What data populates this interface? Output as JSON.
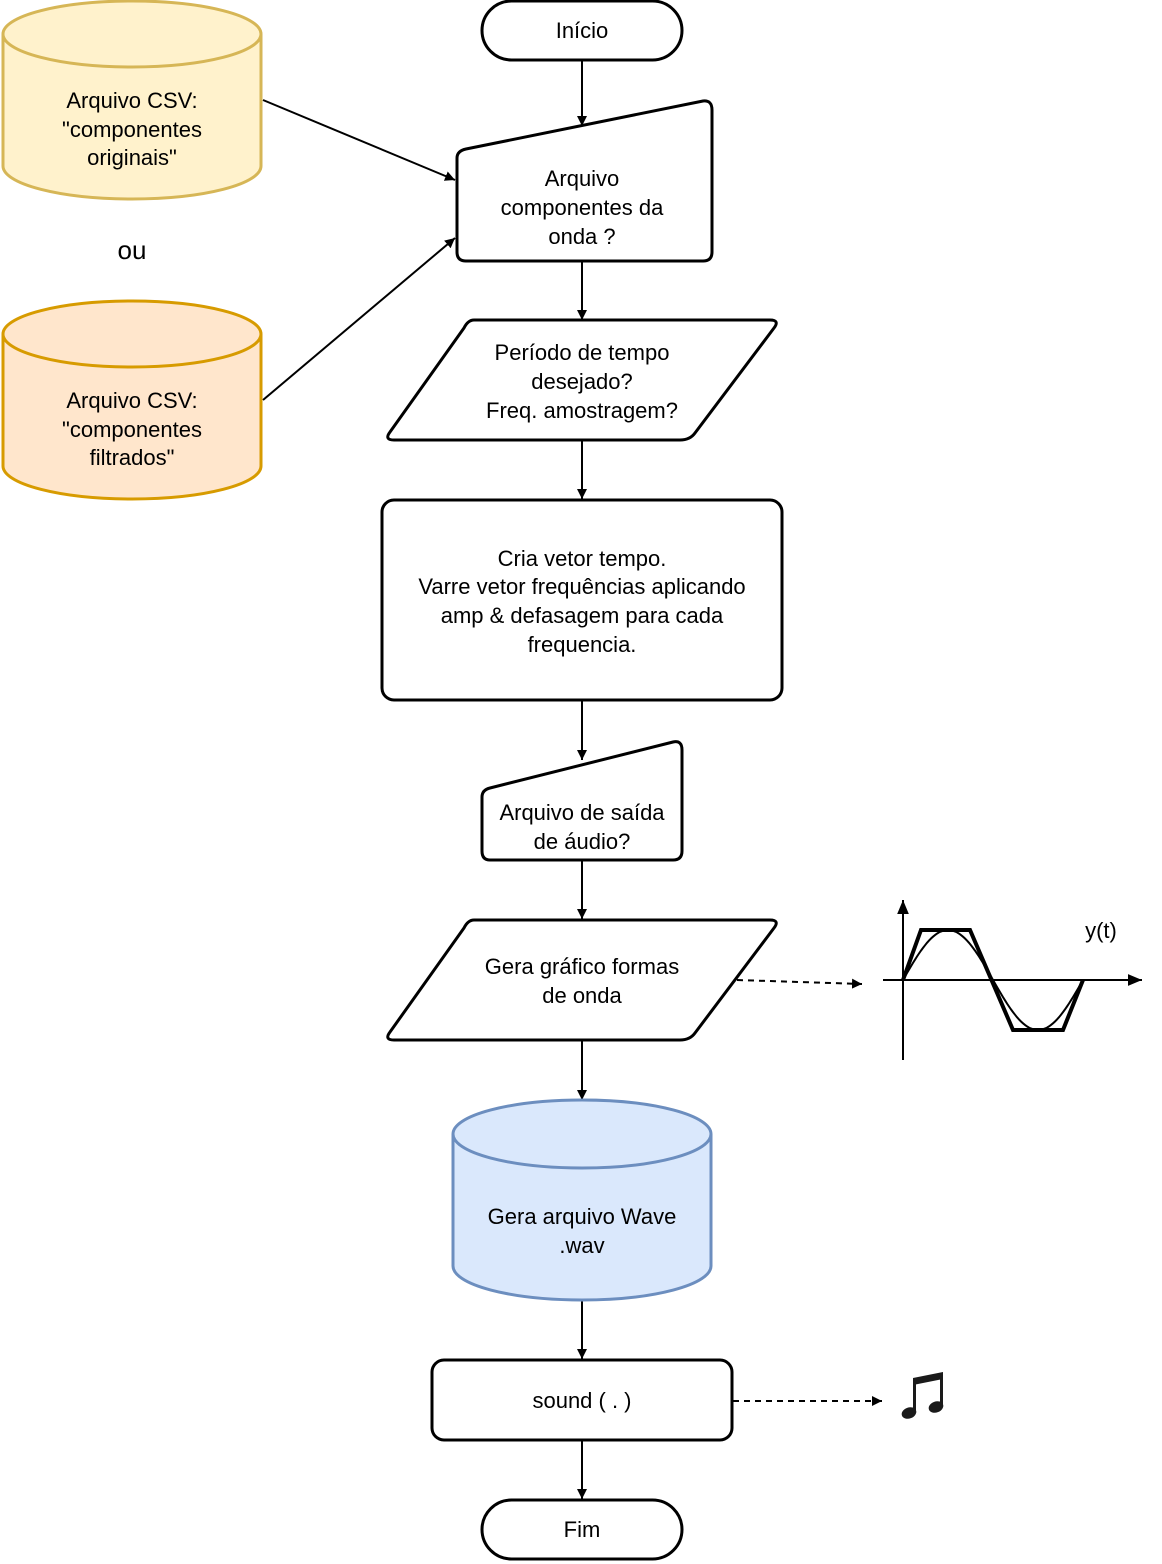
{
  "colors": {
    "stroke": "#000000",
    "csv_originais_fill": "#fff2cc",
    "csv_originais_stroke": "#d6b656",
    "csv_filtrados_fill": "#ffe6cc",
    "csv_filtrados_stroke": "#d79b00",
    "wave_fill": "#dae8fc",
    "wave_stroke": "#6c8ebf"
  },
  "nodes": {
    "inicio": "Início",
    "arquivo_componentes": [
      "Arquivo",
      "componentes da",
      "onda ?"
    ],
    "periodo": [
      "Período de tempo",
      "desejado?",
      "Freq. amostragem?"
    ],
    "cria_vetor": [
      "Cria vetor tempo.",
      "Varre vetor frequências aplicando",
      "amp & defasagem para cada",
      "frequencia."
    ],
    "arquivo_saida": [
      "Arquivo de saída",
      "de áudio?"
    ],
    "gera_grafico": [
      "Gera gráfico formas",
      "de onda"
    ],
    "gera_wave": [
      "Gera arquivo Wave",
      ".wav"
    ],
    "sound": "sound ( . )",
    "fim": "Fim"
  },
  "inputs": {
    "csv_originais": [
      "Arquivo CSV:",
      "\"componentes",
      "originais\""
    ],
    "ou": "ou",
    "csv_filtrados": [
      "Arquivo CSV:",
      "\"componentes",
      "filtrados\""
    ]
  },
  "waveform": {
    "label": "y(t)"
  },
  "music_icon": "music-note-icon"
}
